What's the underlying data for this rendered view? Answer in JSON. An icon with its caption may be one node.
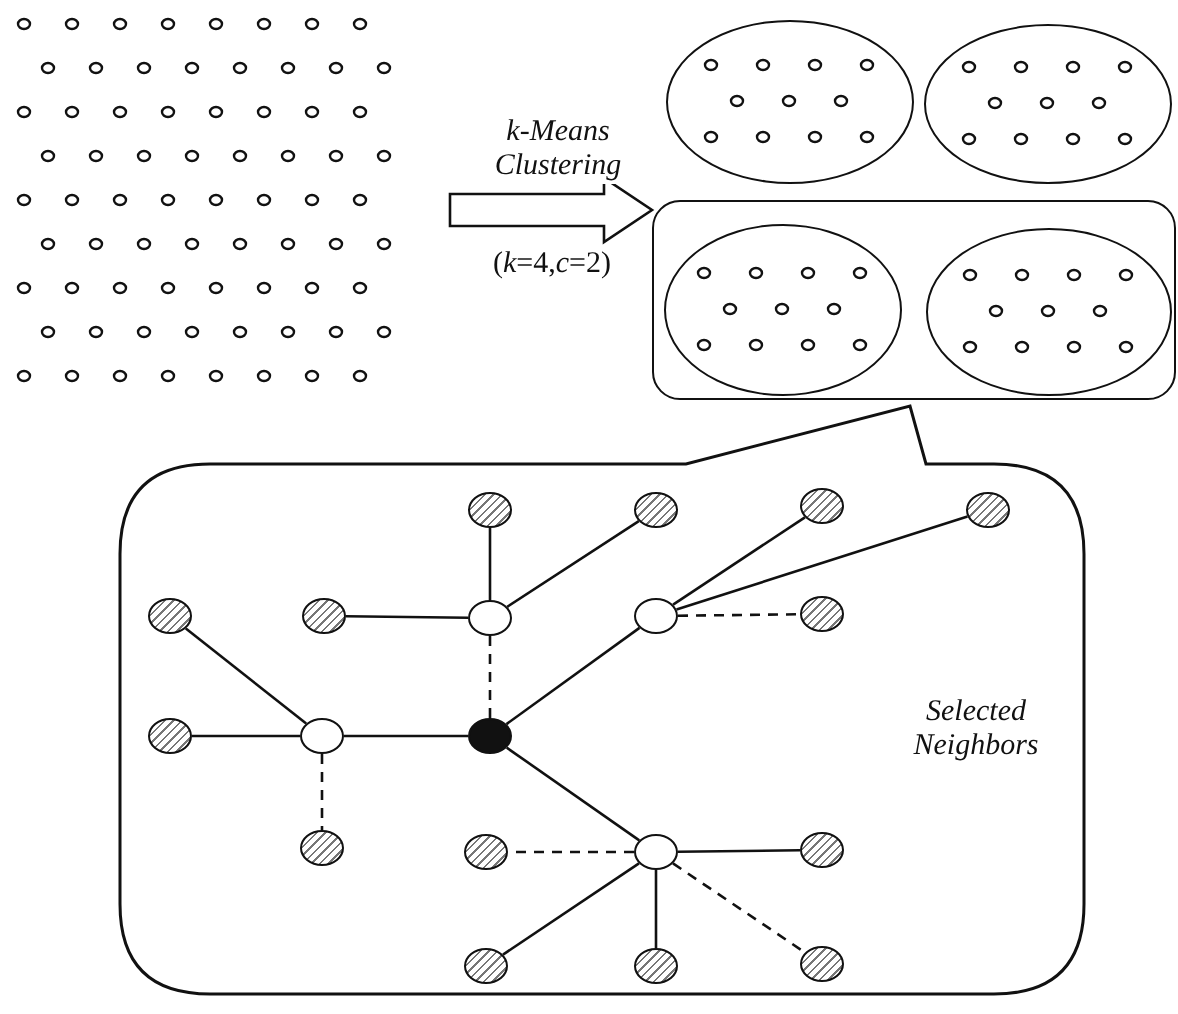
{
  "diagram": {
    "nodes": [
      {
        "text": [],
        "shape": "picture"
      },
      {
        "text": [],
        "shape": "circle"
      },
      {
        "text": [],
        "shape": "circle"
      },
      {
        "text": [],
        "shape": "box"
      },
      {
        "text": [],
        "shape": "circle",
        "in": 3
      },
      {
        "text": [],
        "shape": "circle",
        "in": 3
      },
      {
        "text": [
          "Selected Neighbors"
        ]
      },
      {
        "text": [],
        "shape": "circle",
        "in": 6
      },
      {
        "text": [],
        "shape": "circle",
        "in": 6
      },
      {
        "text": [],
        "shape": "circle",
        "in": 6
      },
      {
        "text": [],
        "shape": "circle",
        "in": 6
      },
      {
        "text": [],
        "shape": "circle",
        "in": 6
      },
      {
        "text": [],
        "shape": "circle",
        "in": 6
      },
      {
        "text": [],
        "shape": "circle",
        "in": 6
      },
      {
        "text": [],
        "shape": "circle",
        "in": 6
      },
      {
        "text": [],
        "shape": "circle",
        "in": 6
      },
      {
        "text": [],
        "shape": "circle",
        "in": 6
      },
      {
        "text": [],
        "shape": "circle",
        "in": 6
      },
      {
        "text": [],
        "shape": "circle",
        "in": 6
      },
      {
        "text": [],
        "shape": "circle",
        "in": 6
      },
      {
        "text": [],
        "shape": "circle",
        "in": 6
      },
      {
        "text": [],
        "shape": "circle",
        "in": 6
      },
      {
        "text": [],
        "shape": "circle",
        "in": 6
      },
      {
        "text": [],
        "shape": "circle",
        "in": 6
      },
      {
        "text": [],
        "shape": "circle",
        "in": 6
      },
      {
        "text": [],
        "shape": "circle",
        "in": 6
      }
    ],
    "edges": [
      {
        "from": 0,
        "to": 3,
        "arrow": "to",
        "style": "thick",
        "label": "k-Means Clustering"
      },
      {
        "from": 18,
        "to": 13,
        "arrow": "none",
        "style": "dashed"
      },
      {
        "from": 18,
        "to": 14,
        "arrow": "none"
      },
      {
        "from": 18,
        "to": 17,
        "arrow": "none"
      },
      {
        "from": 18,
        "to": 21,
        "arrow": "none"
      },
      {
        "from": 13,
        "to": 7,
        "arrow": "none"
      },
      {
        "from": 13,
        "to": 8,
        "arrow": "none"
      },
      {
        "from": 13,
        "to": 12,
        "arrow": "none"
      },
      {
        "from": 14,
        "to": 9,
        "arrow": "none"
      },
      {
        "from": 14,
        "to": 10,
        "arrow": "none"
      },
      {
        "from": 14,
        "to": 15,
        "arrow": "none",
        "style": "dashed"
      },
      {
        "from": 17,
        "to": 11,
        "arrow": "none"
      },
      {
        "from": 17,
        "to": 16,
        "arrow": "none"
      },
      {
        "from": 17,
        "to": 19,
        "arrow": "none",
        "style": "dashed"
      },
      {
        "from": 21,
        "to": 20,
        "arrow": "none",
        "style": "dashed"
      },
      {
        "from": 21,
        "to": 23,
        "arrow": "none"
      },
      {
        "from": 21,
        "to": 24,
        "arrow": "none"
      },
      {
        "from": 21,
        "to": 22,
        "arrow": "none"
      },
      {
        "from": 21,
        "to": 25,
        "arrow": "none",
        "style": "dashed"
      }
    ],
    "labels": [
      "(*k*=4,*c*=2)"
    ]
  }
}
